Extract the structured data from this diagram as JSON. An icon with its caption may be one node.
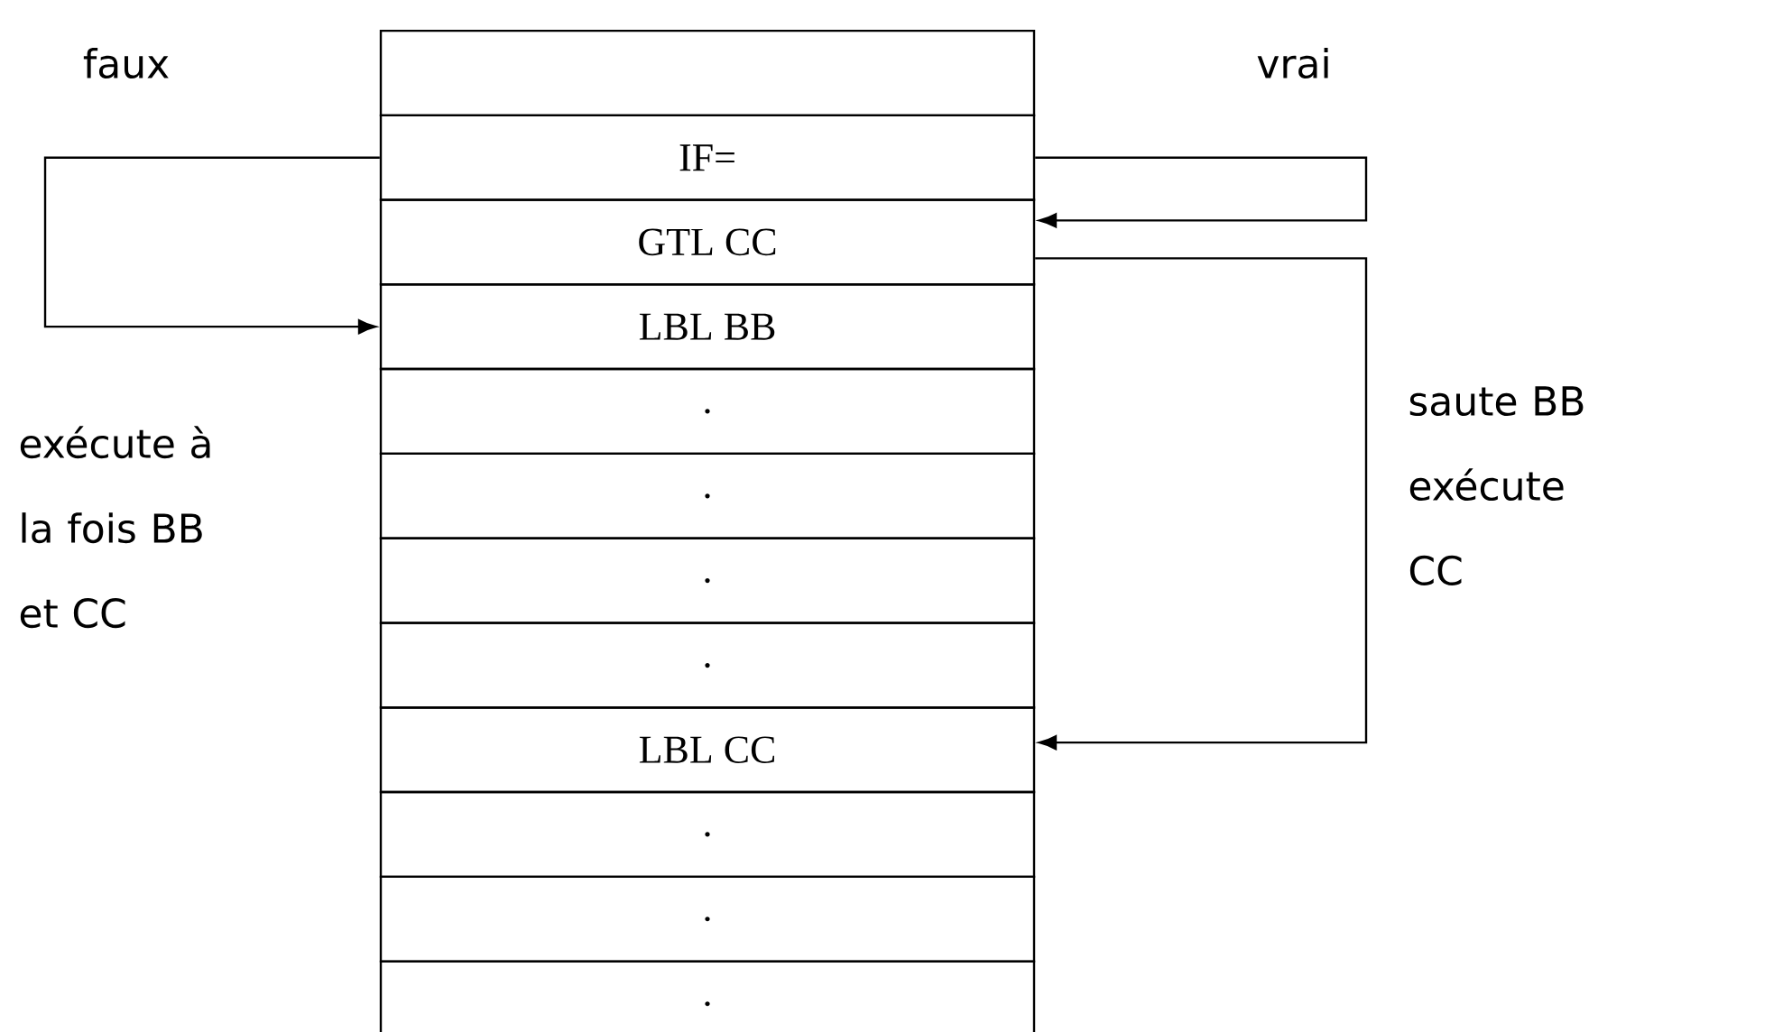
{
  "diagram": {
    "nodes": [
      {
        "text": [],
        "shape": "box"
      },
      {
        "text": [
          "IF="
        ]
      },
      {
        "text": [
          "GTL CC"
        ]
      },
      {
        "text": [
          "LBL BB"
        ]
      },
      {
        "text": [
          "."
        ]
      },
      {
        "text": [
          "."
        ]
      },
      {
        "text": [
          "."
        ]
      },
      {
        "text": [
          "."
        ]
      },
      {
        "text": [
          "LBL CC"
        ]
      },
      {
        "text": [
          "."
        ]
      },
      {
        "text": [
          "."
        ]
      },
      {
        "text": [
          "."
        ]
      }
    ],
    "edges": [
      {
        "from": 1,
        "to": 3,
        "arrow": "to"
      },
      {
        "from": 1,
        "to": 2,
        "arrow": "to"
      },
      {
        "from": 2,
        "to": 8,
        "arrow": "to"
      }
    ],
    "labels": [
      "faux",
      "vrai",
      "exécute à la fois BB et CC",
      "saute BB exécute CC"
    ]
  }
}
